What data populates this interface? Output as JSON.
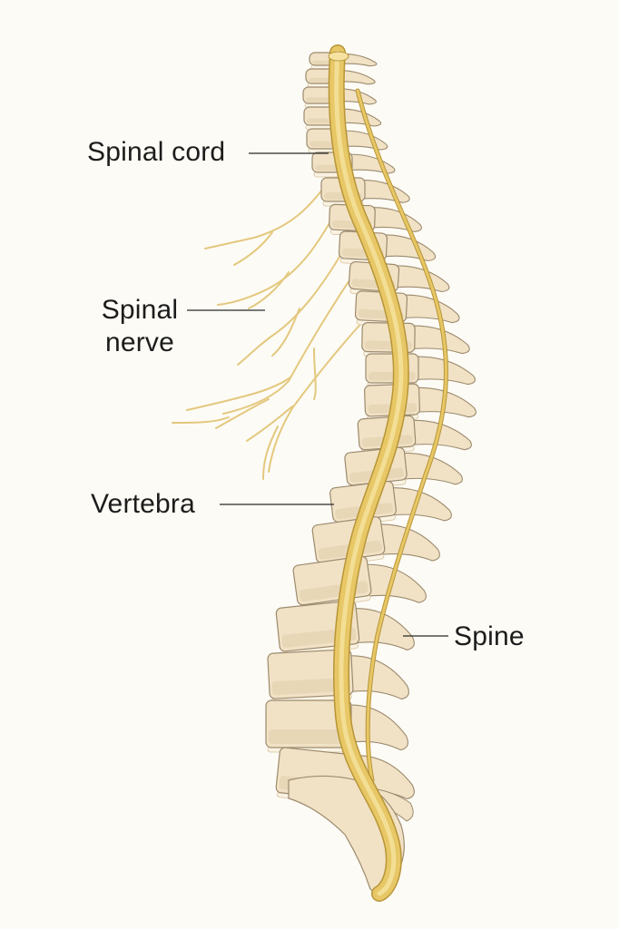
{
  "labels": {
    "spinal_cord": "Spinal cord",
    "spinal_nerve_line1": "Spinal",
    "spinal_nerve_line2": "nerve",
    "vertebra": "Vertebra",
    "spine": "Spine"
  },
  "colors": {
    "background": "#fdfbf5",
    "bone": "#f1e2c6",
    "bone_shadow": "#d8c39c",
    "bone_outline": "#9c8a6e",
    "disc": "#faf3e4",
    "cord": "#e7c766",
    "cord_highlight": "#f6e3a1",
    "cord_outline": "#b89536",
    "nerve": "#e3c87e",
    "leader_line": "#2a2a2a",
    "text": "#1c1c1c"
  }
}
